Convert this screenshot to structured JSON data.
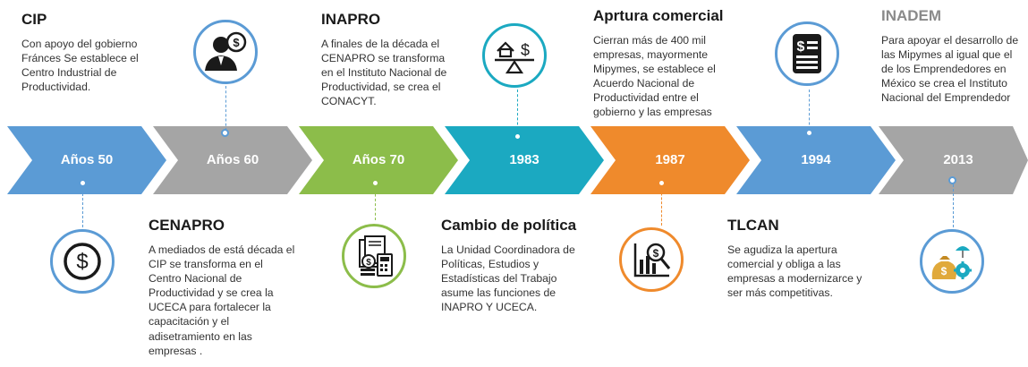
{
  "colors": {
    "blue": "#5b9bd5",
    "gray": "#a5a5a5",
    "green": "#8cbd4a",
    "teal": "#1ba9c1",
    "orange": "#ef8a2c",
    "dark": "#1a1a1a"
  },
  "timeline": [
    {
      "label": "Años 50",
      "color": "#5b9bd5"
    },
    {
      "label": "Años 60",
      "color": "#a5a5a5"
    },
    {
      "label": "Años 70",
      "color": "#8cbd4a"
    },
    {
      "label": "1983",
      "color": "#1ba9c1"
    },
    {
      "label": "1987",
      "color": "#ef8a2c"
    },
    {
      "label": "1994",
      "color": "#5b9bd5"
    },
    {
      "label": "2013",
      "color": "#a5a5a5"
    }
  ],
  "events": {
    "cip": {
      "title": "CIP",
      "text": "Con apoyo del gobierno Fránces Se establece el Centro Industrial de Productividad.",
      "icon": "dollar-coin-icon"
    },
    "cenapro": {
      "title": "CENAPRO",
      "text": "A mediados de está década el CIP se transforma en el Centro Nacional de Productividad y se crea la UCECA  para fortalecer la capacitación y el adisetramiento en las empresas .",
      "icon": "businessman-dollar-icon"
    },
    "inapro": {
      "title": "INAPRO",
      "text": "A finales de la década el CENAPRO se transforma en el Instituto Nacional de Productividad, se crea el CONACYT.",
      "icon": "accounting-documents-icon"
    },
    "cambio": {
      "title": "Cambio de política",
      "text": "La Unidad Coordinadora de Políticas, Estudios y Estadísticas del Trabajo asume las funciones de INAPRO Y UCECA.",
      "icon": "balance-scale-icon"
    },
    "apertura": {
      "title": "Aprtura comercial",
      "text": "Cierran más de 400 mil empresas, mayormente Mipymes, se establece el Acuerdo Nacional de Productividad entre el gobierno y las empresas",
      "icon": "financial-analysis-icon"
    },
    "tlcan": {
      "title": "TLCAN",
      "text": "Se agudiza la apertura comercial y obliga a las empresas a modernizarce y  ser más competitivas.",
      "icon": "invoice-document-icon"
    },
    "inadem": {
      "title": "INADEM",
      "text": "Para apoyar el  desarrollo de las Mipymes al igual que el de los Emprendedores en México se crea el Instituto Nacional del Emprendedor",
      "icon": "money-protection-icon"
    }
  }
}
